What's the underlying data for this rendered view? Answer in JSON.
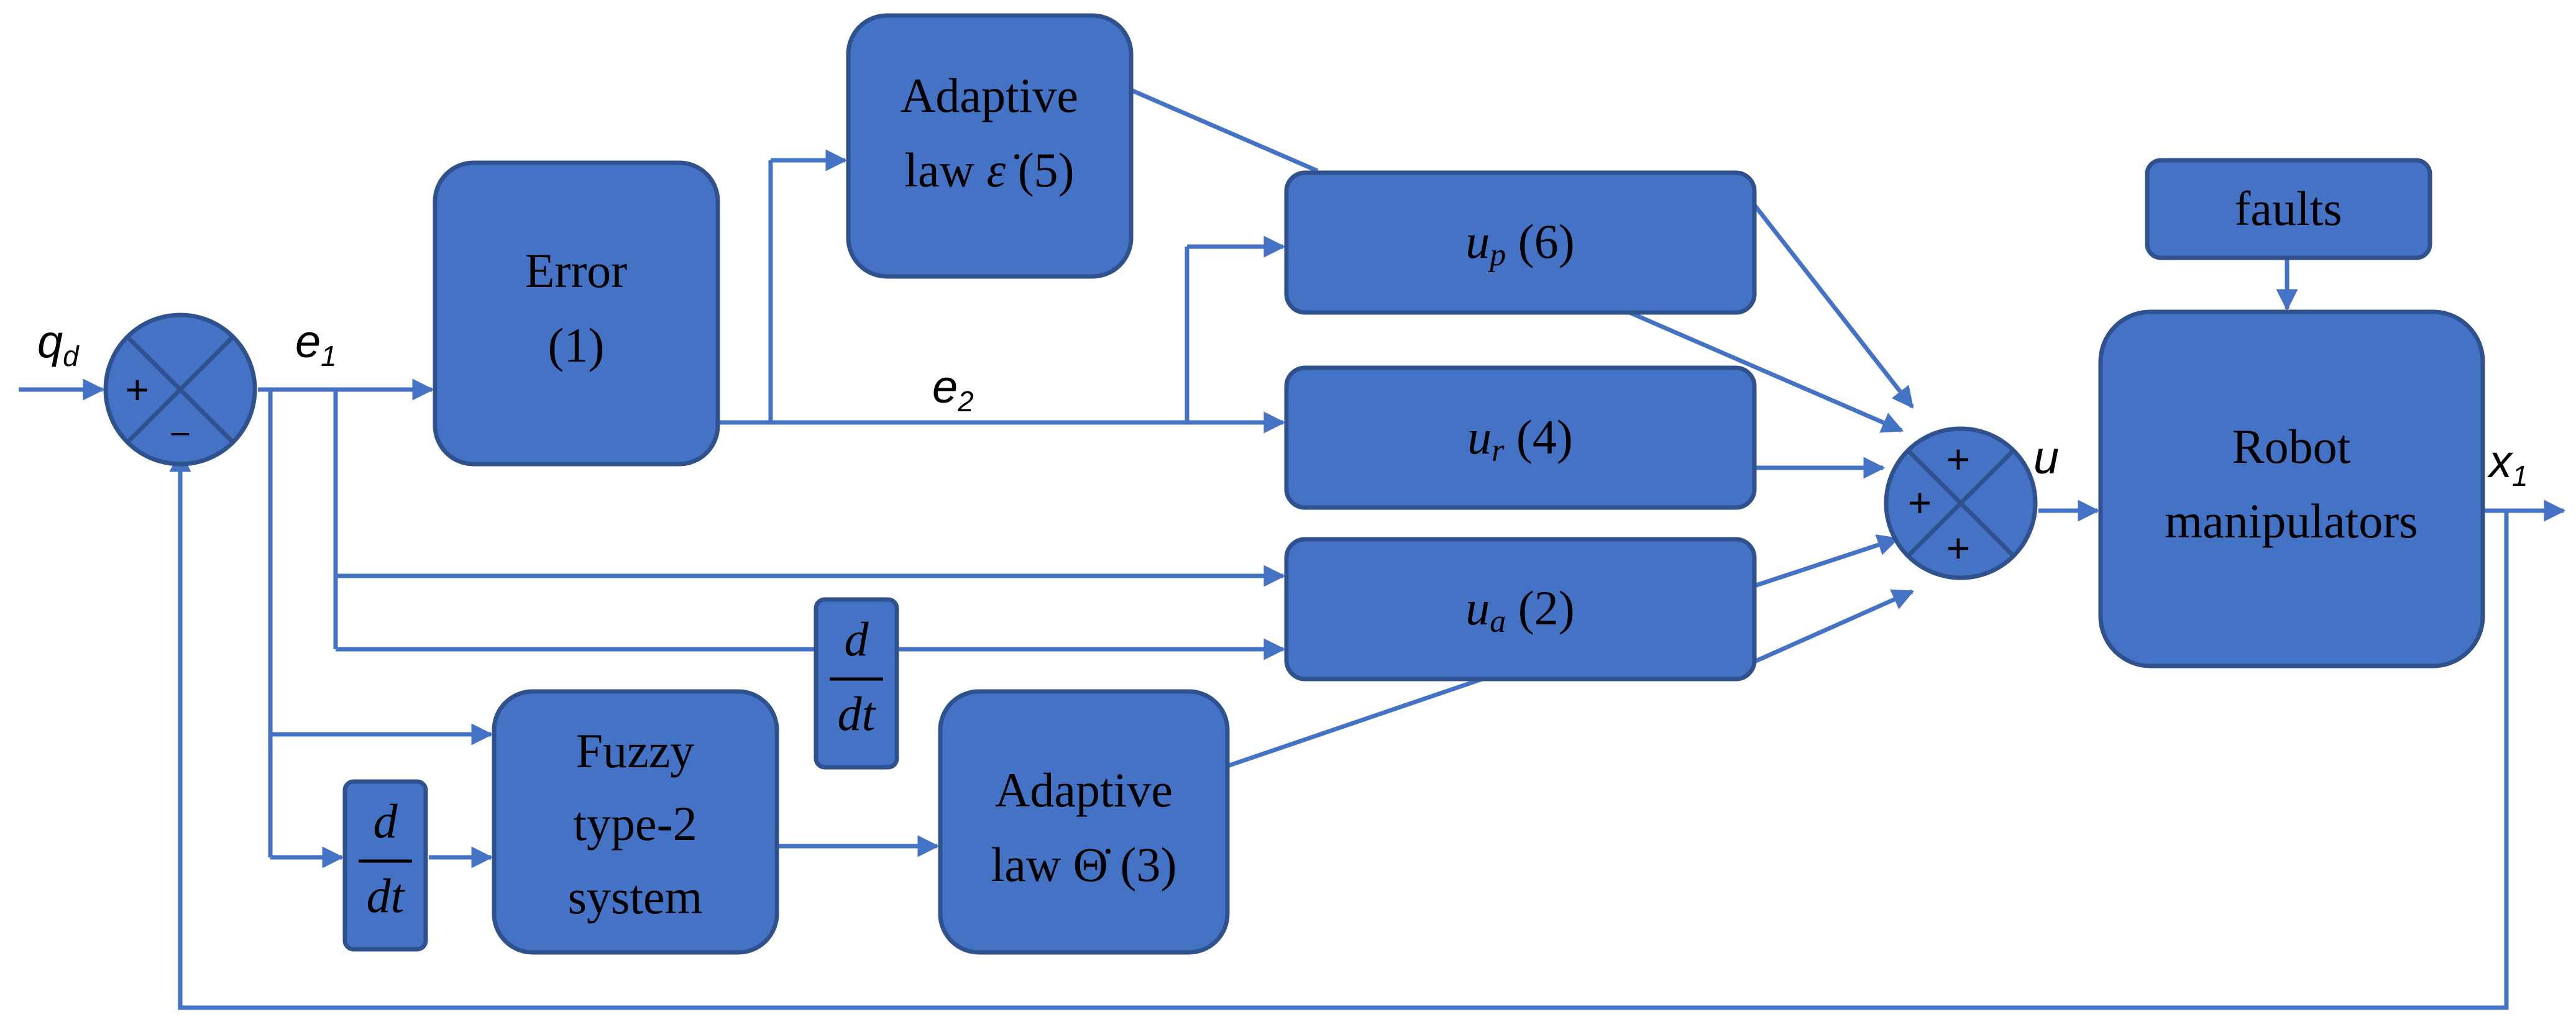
{
  "signals": {
    "input": "q",
    "input_sub": "d",
    "error1": "e",
    "error1_sub": "1",
    "error2": "e",
    "error2_sub": "2",
    "control": "u",
    "output": "x",
    "output_sub": "1"
  },
  "summing_junction_1": {
    "plus": "+",
    "minus": "–"
  },
  "summing_junction_2": {
    "top": "+",
    "left": "+",
    "bottom": "+"
  },
  "blocks": {
    "error": {
      "line1": "Error",
      "line2": "(1)"
    },
    "adaptive_law_eps": {
      "line1": "Adaptive",
      "line2_prefix": "law ",
      "symbol": "ε̇",
      "suffix": " (5)"
    },
    "up": {
      "symbol": "u",
      "sub": "p",
      "eq": " (6)"
    },
    "ur": {
      "symbol": "u",
      "sub": "r",
      "eq": " (4)"
    },
    "ua": {
      "symbol": "u",
      "sub": "a",
      "eq": " (2)"
    },
    "faults": {
      "label": "faults"
    },
    "robot": {
      "line1": "Robot",
      "line2": "manipulators"
    },
    "fuzzy": {
      "line1": "Fuzzy",
      "line2": "type-2",
      "line3": "system"
    },
    "adaptive_law_theta": {
      "line1": "Adaptive",
      "line2_prefix": "law ",
      "symbol": "Θ̇",
      "suffix": " (3)"
    },
    "derivative_1": {
      "numerator": "d",
      "denominator": "dt"
    },
    "derivative_2": {
      "numerator": "d",
      "denominator": "dt"
    }
  },
  "colors": {
    "block_fill": "#4472C4",
    "block_border": "#2F528F",
    "wire": "#4472C4",
    "text": "#000000"
  }
}
